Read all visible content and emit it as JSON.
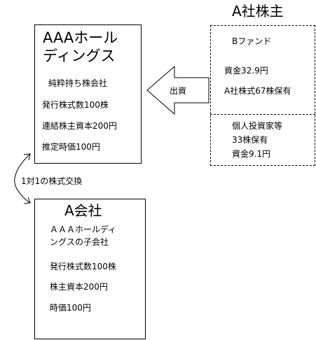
{
  "holding": {
    "title_line1": "AAAホール",
    "title_line2": "ディングス",
    "type": "純粋持ち株会社",
    "shares": "発行株式数100株",
    "capital": "連結株主資本200円",
    "market_value": "推定時価100円"
  },
  "shareholders": {
    "title": "A社株主",
    "fund": {
      "name": "Bファンド",
      "capital": "資金32.9円",
      "holding": "A社株式67株保有"
    },
    "individual": {
      "name": "個人投資家等",
      "holding": "33株保有",
      "capital": "資金9.1円"
    }
  },
  "investment_label": "出資",
  "exchange_label": "1対1の株式交換",
  "company_a": {
    "title": "A会社",
    "subtitle_line1": "ＡＡＡホールディ",
    "subtitle_line2": "ングスの子会社",
    "shares": "発行株式数100株",
    "capital": "株主資本200円",
    "market_value": "時価100円"
  }
}
